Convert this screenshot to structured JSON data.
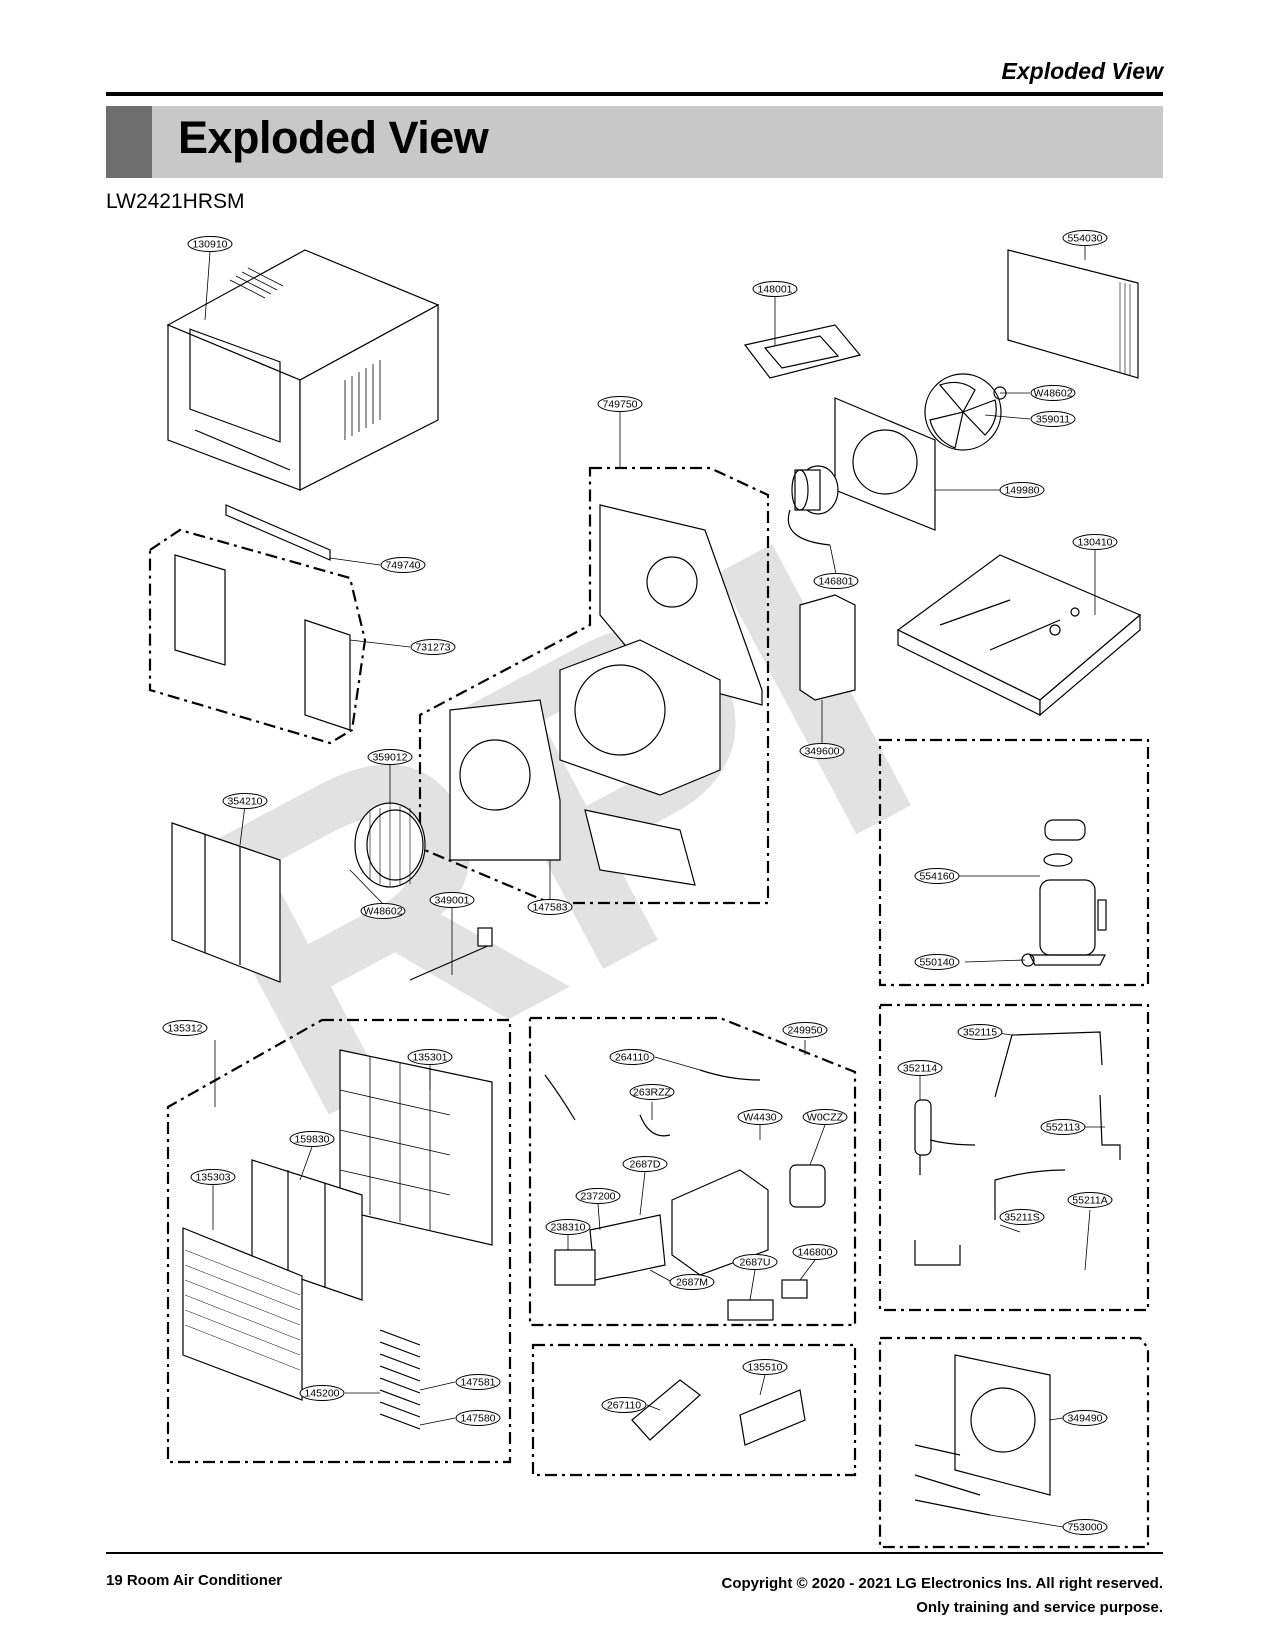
{
  "header": {
    "section_label": "Exploded View",
    "title": "Exploded View",
    "model": "LW2421HRSM"
  },
  "watermark": "RPI",
  "parts": [
    "130910",
    "554030",
    "148001",
    "W48602",
    "359011",
    "749750",
    "149980",
    "146801",
    "130410",
    "749740",
    "731273",
    "349600",
    "359012",
    "354210",
    "554160",
    "W48602",
    "349001",
    "147583",
    "550140",
    "135312",
    "249950",
    "352115",
    "135301",
    "264110",
    "352114",
    "263RZZ",
    "W4430",
    "W0CZZ",
    "552113",
    "159830",
    "135303",
    "2687D",
    "237200",
    "35211S",
    "55211A",
    "238310",
    "2687U",
    "146800",
    "2687M",
    "147581",
    "135510",
    "267110",
    "145200",
    "147580",
    "349490",
    "753000"
  ],
  "footer": {
    "left": "19  Room Air Conditioner",
    "copyright": "Copyright © 2020 - 2021 LG Electronics Ins. All right reserved.",
    "note": "Only training and service purpose."
  }
}
